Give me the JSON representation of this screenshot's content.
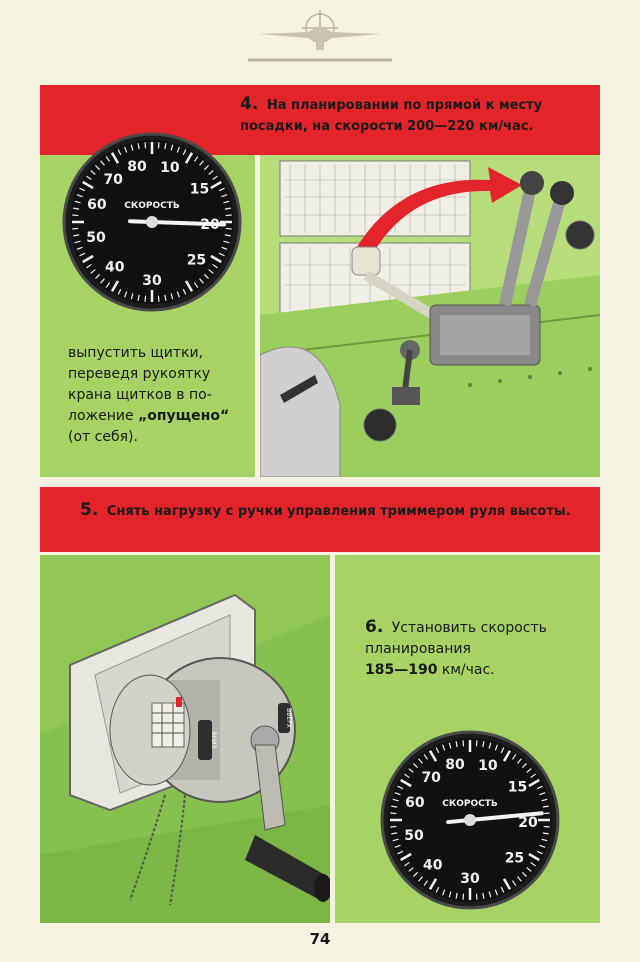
{
  "steps": {
    "step4": {
      "number": "4.",
      "text": "На планировании по прямой к месту посадки, на скорости 200—220 км/час."
    },
    "flaps": {
      "line1": "выпустить щитки, переведя рукоятку крана щитков в по-ложение ",
      "highlight": "„опущено“",
      "line2": " (от себя)."
    },
    "step5": {
      "number": "5.",
      "text": "Снять нагрузку с ручки управления триммером руля высоты."
    },
    "step6": {
      "number": "6.",
      "text": "Установить скорость планирования",
      "range": "185—190",
      "unit": " км/час."
    }
  },
  "gauges": {
    "label": "СКОРОСТЬ",
    "ticks": [
      "10",
      "15",
      "20",
      "25",
      "30",
      "40",
      "50",
      "60",
      "70",
      "80"
    ],
    "needle1_value": "20",
    "needle2_value": "19"
  },
  "trim_wheel_marks": [
    "ВВЕРХ",
    "ВНИЗ"
  ],
  "page_number": "74",
  "colors": {
    "red": "#e3242b",
    "green": "#a6d363",
    "dark_green": "#86c04e",
    "paper": "#f6f2e1"
  }
}
